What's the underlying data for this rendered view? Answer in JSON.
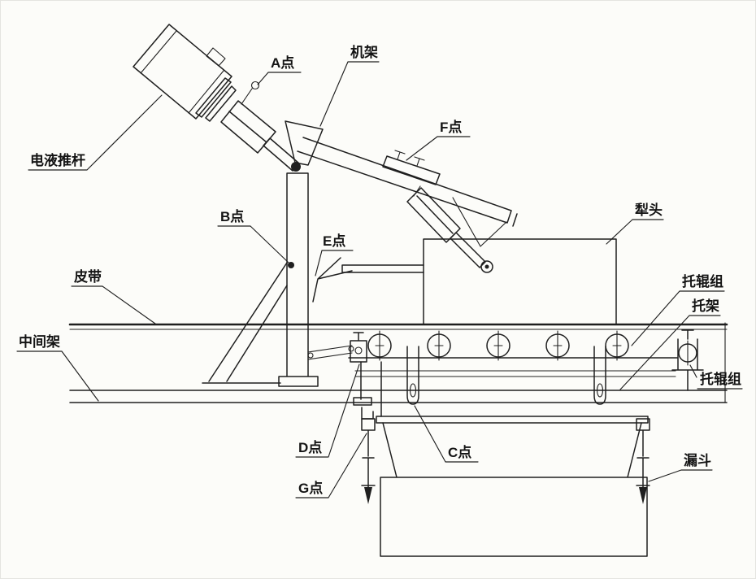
{
  "diagram": {
    "type": "technical-line-drawing",
    "labels": {
      "pusher": "电液推杆",
      "point_a": "A点",
      "machine_frame": "机架",
      "point_f": "F点",
      "point_b": "B点",
      "point_e": "E点",
      "plow_head": "犁头",
      "belt": "皮带",
      "idler_group_upper": "托辊组",
      "support_bracket": "托架",
      "middle_frame": "中间架",
      "idler_group_right": "托辊组",
      "point_d": "D点",
      "point_c": "C点",
      "point_g": "G点",
      "hopper": "漏斗"
    },
    "colors": {
      "ink": "#1f1f1f",
      "paper": "#fcfcf9"
    }
  }
}
